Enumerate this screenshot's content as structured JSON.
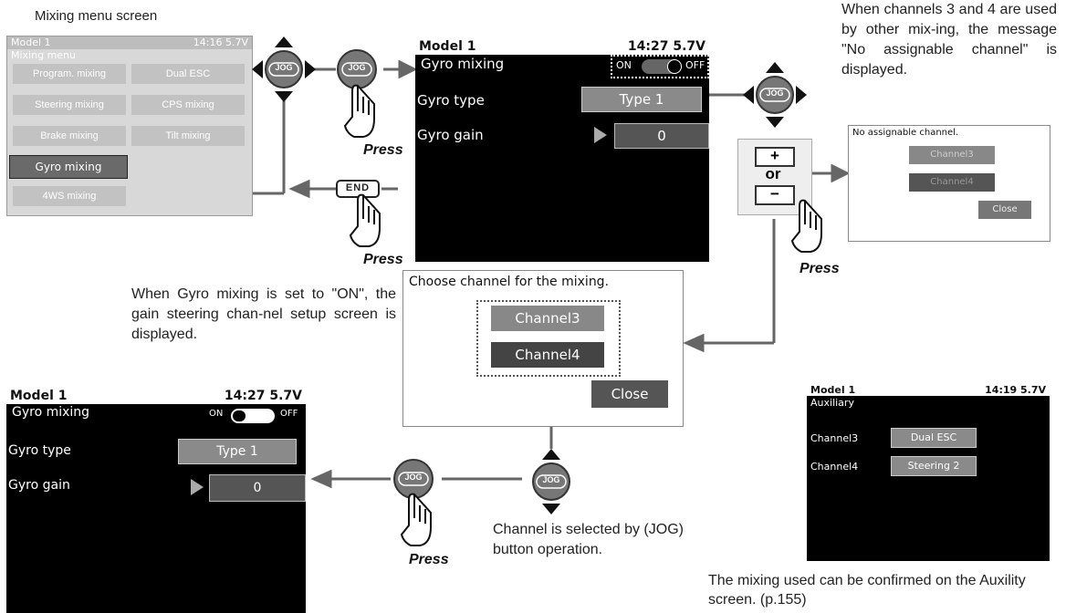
{
  "captions": {
    "mixing_menu": "Mixing menu screen",
    "no_assignable": "When channels 3 and 4 are used by other mix-ing, the message \"No assignable channel\" is displayed.",
    "gain_channel": "When Gyro mixing is set to \"ON\", the gain steering chan-nel setup screen is displayed.",
    "jog_select": "Channel is selected by (JOG) button operation.",
    "auxility": "The mixing used can be confirmed on the Auxility screen. (p.155)"
  },
  "buttons": {
    "jog": "JOG",
    "end": "END",
    "plus": "+",
    "or": "or",
    "minus": "−",
    "press": "Press"
  },
  "mixing_menu": {
    "model": "Model 1",
    "time": "14:16 5.7V",
    "title": "Mixing menu",
    "items": [
      "Program. mixing",
      "Dual ESC",
      "Steering mixing",
      "CPS mixing",
      "Brake mixing",
      "Tilt mixing",
      "Gyro mixing",
      "4WS mixing"
    ]
  },
  "gyro_top": {
    "model": "Model 1",
    "time": "14:27 5.7V",
    "title": "Gyro mixing",
    "on": "ON",
    "off": "OFF",
    "type_label": "Gyro type",
    "type_value": "Type 1",
    "gain_label": "Gyro gain",
    "gain_value": "0"
  },
  "gyro_bottom": {
    "model": "Model 1",
    "time": "14:27 5.7V",
    "title": "Gyro mixing",
    "on": "ON",
    "off": "OFF",
    "type_label": "Gyro type",
    "type_value": "Type 1",
    "gain_label": "Gyro gain",
    "gain_value": "0"
  },
  "no_assign_dialog": {
    "title": "No assignable channel.",
    "ch3": "Channel3",
    "ch4": "Channel4",
    "close": "Close"
  },
  "choose_dialog": {
    "title": "Choose channel for the mixing.",
    "ch3": "Channel3",
    "ch4": "Channel4",
    "close": "Close"
  },
  "auxiliary": {
    "model": "Model 1",
    "time": "14:19 5.7V",
    "title": "Auxiliary",
    "rows": [
      {
        "label": "Channel3",
        "value": "Dual ESC"
      },
      {
        "label": "Channel4",
        "value": "Steering 2"
      }
    ]
  }
}
